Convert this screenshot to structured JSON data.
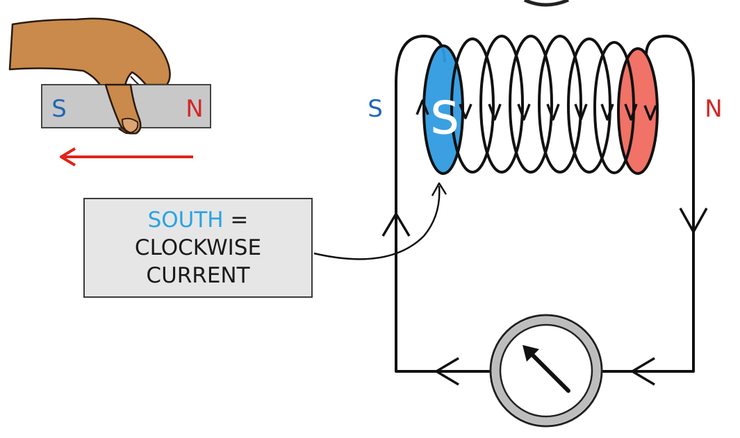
{
  "magnet": {
    "south_label": "S",
    "north_label": "N",
    "south_color": "#1f66b8",
    "north_color": "#d42626",
    "body_color": "#c8c8c8"
  },
  "motion_arrow": {
    "direction": "left",
    "color": "#e02418"
  },
  "coil": {
    "left_pole_label": "S",
    "right_pole_label": "N",
    "inner_pole_label": "S",
    "south_face_color": "#2f9be0",
    "north_face_color": "#f06a5e",
    "turns": 8
  },
  "caption": {
    "line1_highlight": "SOUTH",
    "line1_rest": " =",
    "line2": "CLOCKWISE",
    "line3": "CURRENT",
    "highlight_color": "#29a3e3"
  },
  "meter": {
    "icon": "galvanometer-icon",
    "ring_color": "#bdbdbd"
  },
  "colors": {
    "wire": "#111111",
    "hand_skin": "#c98a4b",
    "hand_outline": "#2a1a0e"
  }
}
